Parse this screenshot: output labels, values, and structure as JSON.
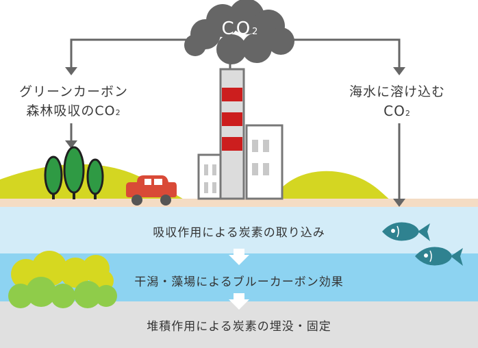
{
  "cloud": {
    "main": "CO",
    "sub": "2"
  },
  "left_label": {
    "line1": "グリーンカーボン",
    "line2_main": "森林吸収のCO",
    "line2_sub": "2"
  },
  "right_label": {
    "line1": "海水に溶け込む",
    "line2_main": "CO",
    "line2_sub": "2"
  },
  "bands": [
    {
      "text": "吸収作用による炭素の取り込み"
    },
    {
      "text": "干潟・藻場によるブルーカーボン効果"
    },
    {
      "text": "堆積作用による炭素の埋没・固定"
    }
  ],
  "colors": {
    "arrow": "#666666",
    "cloud": "#666666",
    "band1": "#d3ecf8",
    "band2": "#8dd3f1",
    "band3": "#e0e0e0",
    "ground": "#f4dcc4",
    "hill": "#d4d622",
    "tree": "#2f9a44",
    "car": "#d94a37",
    "chimney_stripe": "#cc1e1e",
    "fish": "#2f8290",
    "seaweed_yellow": "#d6d820",
    "seaweed_green": "#8fcc4a"
  }
}
